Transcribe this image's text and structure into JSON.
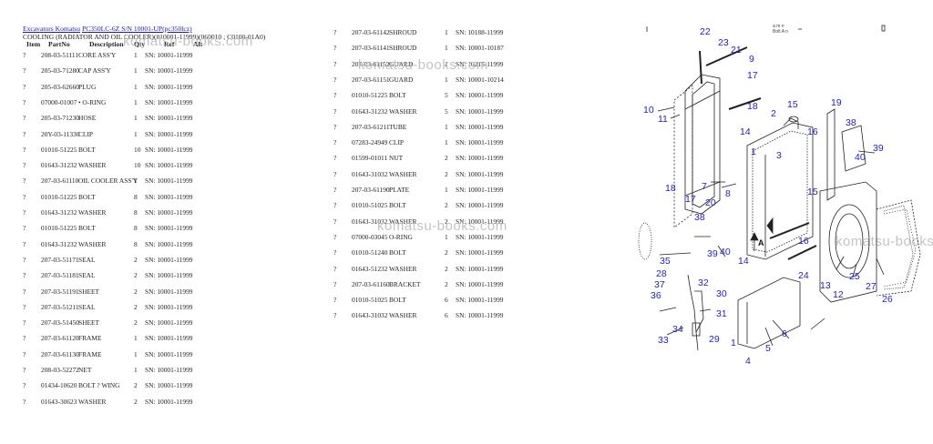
{
  "header": {
    "breadcrumb": [
      "Excavators Komatsu",
      "PC350LC-6Z S/N 10001-UP(pc350lcz)"
    ],
    "subtitle": "COOLING (RADIATOR AND OIL COOLER)(#10001-11999)(060010 ; C0100-01A0)"
  },
  "columns": [
    "Item",
    "PartNo",
    "Description",
    "Qty",
    "Ref",
    "Alt"
  ],
  "left_rows": [
    {
      "item": "?",
      "part": "208-03-51111",
      "desc": "CORE ASS'Y",
      "qty": "1",
      "sn": "SN: 10001-11999"
    },
    {
      "item": "?",
      "part": "205-03-71280",
      "desc": "CAP ASS'Y",
      "qty": "1",
      "sn": "SN: 10001-11999"
    },
    {
      "item": "?",
      "part": "205-03-62660",
      "desc": "PLUG",
      "qty": "1",
      "sn": "SN: 10001-11999"
    },
    {
      "item": "?",
      "part": "07000-01007",
      "desc": "• O-RING",
      "qty": "1",
      "sn": "SN: 10001-11999"
    },
    {
      "item": "?",
      "part": "205-03-71230",
      "desc": "HOSE",
      "qty": "1",
      "sn": "SN: 10001-11999"
    },
    {
      "item": "?",
      "part": "20Y-03-11330",
      "desc": "CLIP",
      "qty": "1",
      "sn": "SN: 10001-11999"
    },
    {
      "item": "?",
      "part": "01010-51225",
      "desc": "BOLT",
      "qty": "10",
      "sn": "SN: 10001-11999"
    },
    {
      "item": "?",
      "part": "01643-31232",
      "desc": "WASHER",
      "qty": "10",
      "sn": "SN: 10001-11999"
    },
    {
      "item": "?",
      "part": "207-03-61110",
      "desc": "OIL COOLER ASS'Y",
      "qty": "1",
      "sn": "SN: 10001-11999"
    },
    {
      "item": "?",
      "part": "01010-51225",
      "desc": "BOLT",
      "qty": "8",
      "sn": "SN: 10001-11999"
    },
    {
      "item": "?",
      "part": "01643-31232",
      "desc": "WASHER",
      "qty": "8",
      "sn": "SN: 10001-11999"
    },
    {
      "item": "?",
      "part": "01010-51225",
      "desc": "BOLT",
      "qty": "8",
      "sn": "SN: 10001-11999"
    },
    {
      "item": "?",
      "part": "01643-31232",
      "desc": "WASHER",
      "qty": "8",
      "sn": "SN: 10001-11999"
    },
    {
      "item": "?",
      "part": "207-03-51171",
      "desc": "SEAL",
      "qty": "2",
      "sn": "SN: 10001-11999"
    },
    {
      "item": "?",
      "part": "207-03-51181",
      "desc": "SEAL",
      "qty": "2",
      "sn": "SN: 10001-11999"
    },
    {
      "item": "?",
      "part": "207-03-51191",
      "desc": "SHEET",
      "qty": "2",
      "sn": "SN: 10001-11999"
    },
    {
      "item": "?",
      "part": "207-03-51211",
      "desc": "SEAL",
      "qty": "2",
      "sn": "SN: 10001-11999"
    },
    {
      "item": "?",
      "part": "207-03-51450",
      "desc": "SHEET",
      "qty": "2",
      "sn": "SN: 10001-11999"
    },
    {
      "item": "?",
      "part": "207-03-61120",
      "desc": "FRAME",
      "qty": "1",
      "sn": "SN: 10001-11999"
    },
    {
      "item": "?",
      "part": "207-03-61130",
      "desc": "FRAME",
      "qty": "1",
      "sn": "SN: 10001-11999"
    },
    {
      "item": "?",
      "part": "208-03-52272",
      "desc": "NET",
      "qty": "1",
      "sn": "SN: 10001-11999"
    },
    {
      "item": "?",
      "part": "01434-10620",
      "desc": "BOLT ? WING",
      "qty": "2",
      "sn": "SN: 10001-11999"
    },
    {
      "item": "?",
      "part": "01643-30623",
      "desc": "WASHER",
      "qty": "2",
      "sn": "SN: 10001-11999"
    }
  ],
  "right_rows": [
    {
      "item": "?",
      "part": "207-03-61142",
      "desc": "SHROUD",
      "qty": "1",
      "sn": "SN: 10188-11999"
    },
    {
      "item": "?",
      "part": "207-03-61141",
      "desc": "SHROUD",
      "qty": "1",
      "sn": "SN: 10001-10187"
    },
    {
      "item": "?",
      "part": "207-03-61152",
      "desc": "GUARD",
      "qty": "1",
      "sn": "SN: 10215-11999"
    },
    {
      "item": "?",
      "part": "207-03-61151",
      "desc": "GUARD",
      "qty": "1",
      "sn": "SN: 10001-10214"
    },
    {
      "item": "?",
      "part": "01010-51225",
      "desc": "BOLT",
      "qty": "5",
      "sn": "SN: 10001-11999"
    },
    {
      "item": "?",
      "part": "01643-31232",
      "desc": "WASHER",
      "qty": "5",
      "sn": "SN: 10001-11999"
    },
    {
      "item": "?",
      "part": "207-03-61211",
      "desc": "TUBE",
      "qty": "1",
      "sn": "SN: 10001-11999"
    },
    {
      "item": "?",
      "part": "07283-24949",
      "desc": "CLIP",
      "qty": "1",
      "sn": "SN: 10001-11999"
    },
    {
      "item": "?",
      "part": "01599-01011",
      "desc": "NUT",
      "qty": "2",
      "sn": "SN: 10001-11999"
    },
    {
      "item": "?",
      "part": "01643-31032",
      "desc": "WASHER",
      "qty": "2",
      "sn": "SN: 10001-11999"
    },
    {
      "item": "?",
      "part": "207-03-61190",
      "desc": "PLATE",
      "qty": "1",
      "sn": "SN: 10001-11999"
    },
    {
      "item": "?",
      "part": "01010-51025",
      "desc": "BOLT",
      "qty": "2",
      "sn": "SN: 10001-11999"
    },
    {
      "item": "?",
      "part": "01643-31032",
      "desc": "WASHER",
      "qty": "2",
      "sn": "SN: 10001-11999"
    },
    {
      "item": "?",
      "part": "07000-03045",
      "desc": "O-RING",
      "qty": "1",
      "sn": "SN: 10001-11999"
    },
    {
      "item": "?",
      "part": "01010-51240",
      "desc": "BOLT",
      "qty": "2",
      "sn": "SN: 10001-11999"
    },
    {
      "item": "?",
      "part": "01643-51232",
      "desc": "WASHER",
      "qty": "2",
      "sn": "SN: 10001-11999"
    },
    {
      "item": "?",
      "part": "207-03-61160",
      "desc": "BRACKET",
      "qty": "2",
      "sn": "SN: 10001-11999"
    },
    {
      "item": "?",
      "part": "01010-51025",
      "desc": "BOLT",
      "qty": "6",
      "sn": "SN: 10001-11999"
    },
    {
      "item": "?",
      "part": "01643-31032",
      "desc": "WASHER",
      "qty": "6",
      "sn": "SN: 10001-11999"
    }
  ],
  "watermark": "komatsu-books.com",
  "diagram": {
    "labels": [
      "22",
      "23",
      "21",
      "9",
      "17",
      "10",
      "11",
      "15",
      "18",
      "2",
      "19",
      "38",
      "14",
      "1",
      "3",
      "16",
      "39",
      "40",
      "18",
      "17",
      "7",
      "8",
      "20",
      "15",
      "38",
      "14",
      "40",
      "39",
      "16",
      "A",
      "35",
      "28",
      "37",
      "36",
      "32",
      "30",
      "31",
      "33",
      "34",
      "29",
      "24",
      "13",
      "12",
      "25",
      "27",
      "26",
      "6",
      "5",
      "4",
      "1"
    ]
  }
}
